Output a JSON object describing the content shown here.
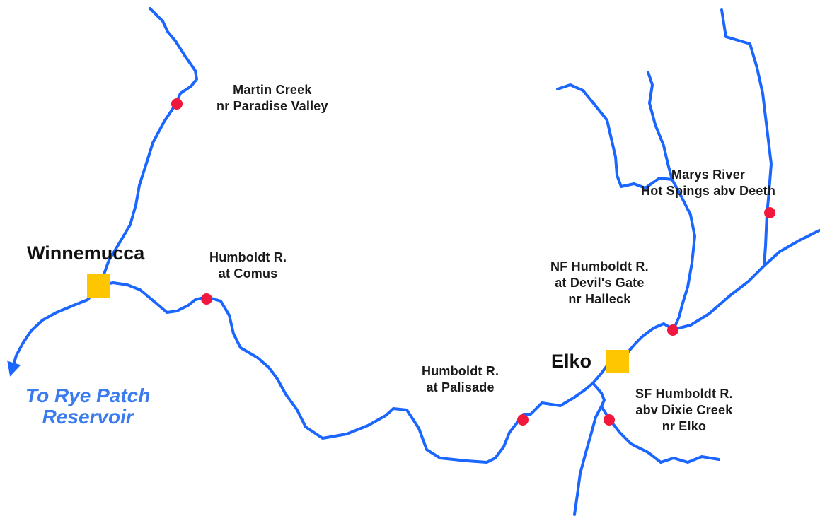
{
  "map": {
    "colors": {
      "river": "#1a66ff",
      "gauge": "#f2183d",
      "city": "#fdc600",
      "destination_text": "#3a7bf0"
    },
    "cities": [
      {
        "id": "winnemucca",
        "name": "Winnemucca"
      },
      {
        "id": "elko",
        "name": "Elko"
      }
    ],
    "stations": [
      {
        "id": "martin-creek",
        "lines": [
          "Martin Creek",
          "nr Paradise Valley"
        ]
      },
      {
        "id": "marys-river",
        "lines": [
          "Marys River",
          "Hot Spings abv Deeth"
        ]
      },
      {
        "id": "humboldt-comus",
        "lines": [
          "Humboldt R.",
          "at Comus"
        ]
      },
      {
        "id": "nf-humboldt",
        "lines": [
          "NF Humboldt R.",
          "at Devil's Gate",
          "nr Halleck"
        ]
      },
      {
        "id": "humboldt-palisade",
        "lines": [
          "Humboldt R.",
          "at Palisade"
        ]
      },
      {
        "id": "sf-humboldt",
        "lines": [
          "SF Humboldt R.",
          "abv Dixie Creek",
          "nr Elko"
        ]
      }
    ],
    "destination": {
      "lines": [
        "To Rye Patch",
        "Reservoir"
      ]
    }
  }
}
